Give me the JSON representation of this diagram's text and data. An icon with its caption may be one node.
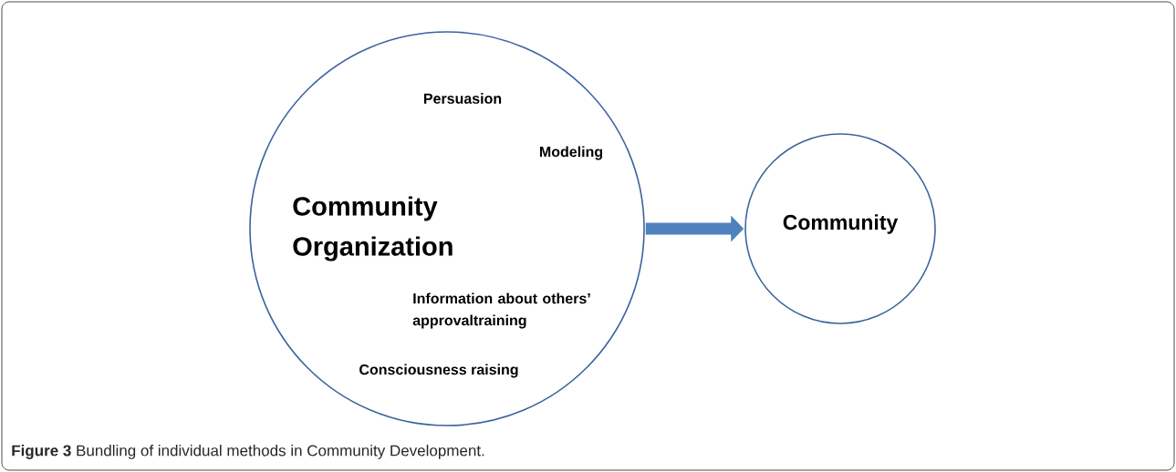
{
  "diagram": {
    "caption": "**Figure 3** Bundling of individual methods in Community Development.",
    "nodes": [
      {
        "text": [
          "Persuasion",
          "Modeling",
          "Community Organization",
          "Information about others’ approvaltraining",
          "Consciousness raising"
        ]
      },
      {
        "text": [
          "Community"
        ]
      }
    ],
    "edges": [
      {
        "from": 0,
        "to": 1,
        "arrow": "to"
      }
    ]
  }
}
